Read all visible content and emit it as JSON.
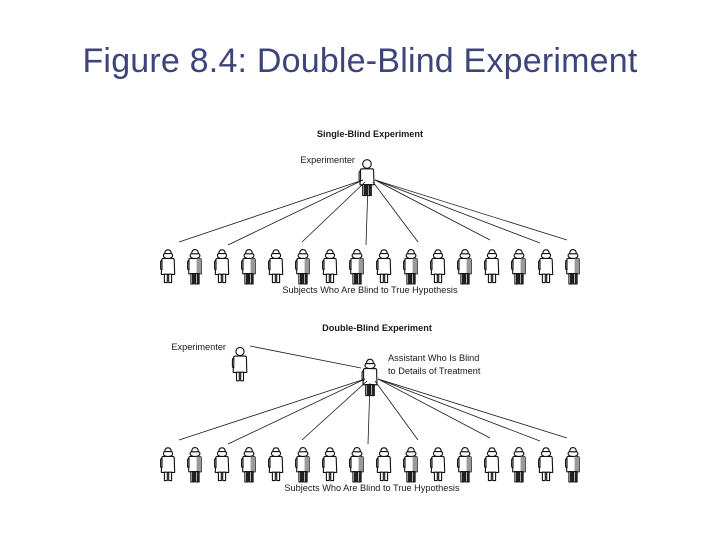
{
  "slide": {
    "title": "Figure 8.4: Double-Blind Experiment",
    "title_color": "#3d4479",
    "background_color": "#ffffff"
  },
  "figure": {
    "diagrams": [
      {
        "id": "single-blind",
        "heading": "Single-Blind Experiment",
        "experimenter_label": "Experimenter",
        "experimenter_blind": false,
        "assistant_label": null,
        "subjects_caption": "Subjects Who Are Blind to True Hypothesis",
        "subject_count": 16,
        "fan_line_targets": [
          1,
          3,
          6,
          9,
          11,
          13,
          15,
          16
        ]
      },
      {
        "id": "double-blind",
        "heading": "Double-Blind Experiment",
        "experimenter_label": "Experimenter",
        "experimenter_blind": false,
        "assistant_label_line1": "Assistant Who Is Blind",
        "assistant_label_line2": "to Details of Treatment",
        "assistant_blind": true,
        "subjects_caption": "Subjects Who Are Blind to True Hypothesis",
        "subject_count": 16,
        "fan_line_targets": [
          1,
          3,
          6,
          9,
          11,
          13,
          15,
          16
        ]
      }
    ]
  }
}
